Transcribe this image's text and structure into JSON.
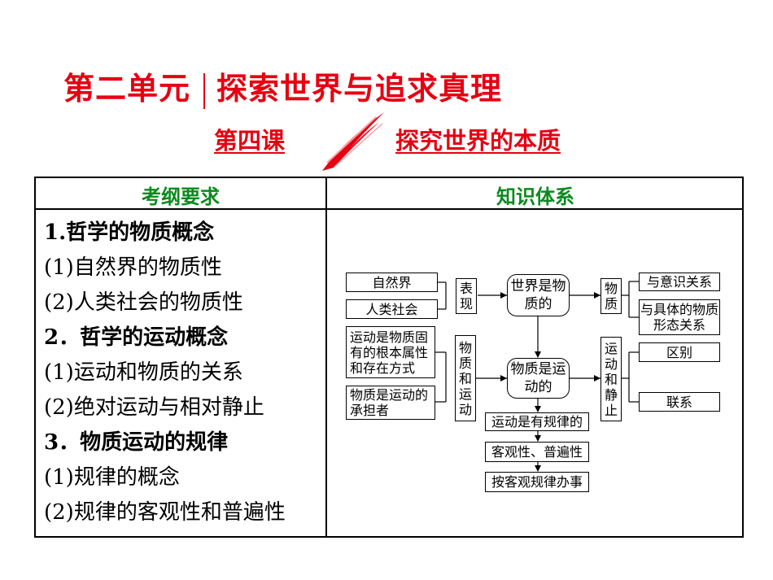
{
  "unit_title": "第二单元",
  "unit_subtitle": "探索世界与追求真理",
  "lesson_number": "第四课",
  "lesson_title": "探究世界的本质",
  "table": {
    "left_header": "考纲要求",
    "right_header": "知识体系",
    "requirements": [
      {
        "text": "1.哲学的物质概念",
        "bold": true
      },
      {
        "text": "(1)自然界的物质性",
        "bold": false
      },
      {
        "text": "(2)人类社会的物质性",
        "bold": false
      },
      {
        "text": "2．哲学的运动概念",
        "bold": true
      },
      {
        "text": "(1)运动和物质的关系",
        "bold": false
      },
      {
        "text": "(2)绝对运动与相对静止",
        "bold": false
      },
      {
        "text": "3．物质运动的规律",
        "bold": true
      },
      {
        "text": "(1)规律的概念",
        "bold": false
      },
      {
        "text": "(2)规律的客观性和普遍性",
        "bold": false
      }
    ]
  },
  "diagram": {
    "nature": "自然界",
    "society": "人类社会",
    "manifest": "表现",
    "world_material": "世界是物质的",
    "matter": "物质",
    "with_consciousness": "与意识关系",
    "with_forms": "与具体的物质形态关系",
    "motion_fixed": "运动是物质固有的根本属性和存在方式",
    "matter_bearer": "物质是运动的承担者",
    "matter_and_motion": "物质和运动",
    "matter_moving": "物质是运动的",
    "motion_and_rest": "运动和静止",
    "difference": "区别",
    "relation": "联系",
    "motion_law": "运动是有规律的",
    "objective_universal": "客观性、普遍性",
    "act_by_law": "按客观规律办事"
  },
  "colors": {
    "title_red": "#e60012",
    "header_green": "#0a8a1e"
  }
}
